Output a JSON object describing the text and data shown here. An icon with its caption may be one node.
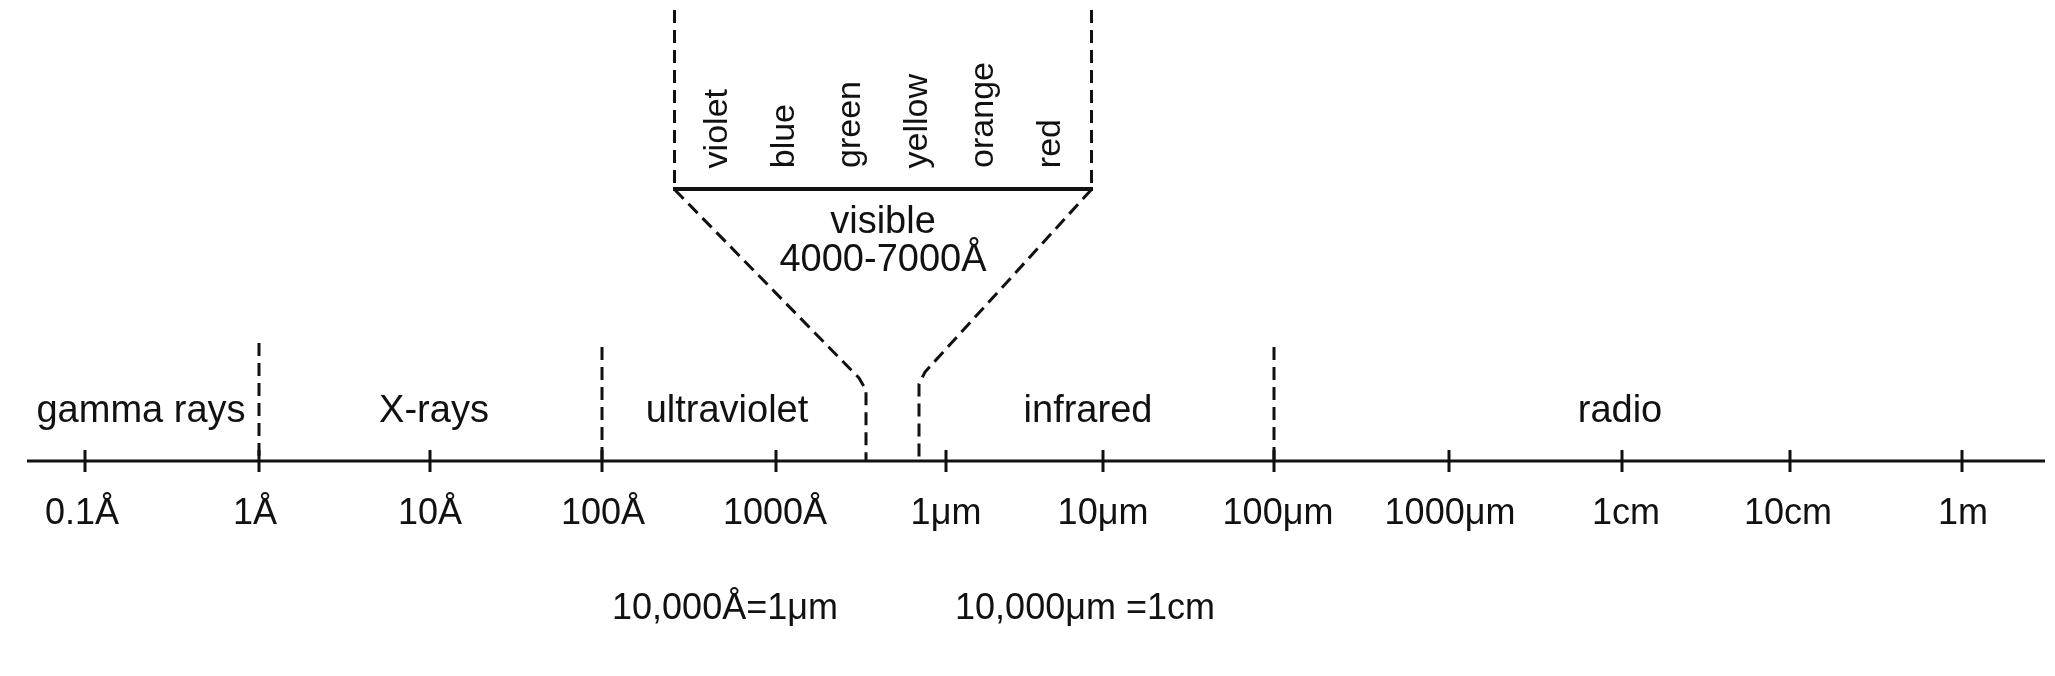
{
  "diagram": {
    "nodes": [
      {
        "text": [
          "violet",
          "blue",
          "green",
          "yellow",
          "orange",
          "red"
        ]
      },
      {
        "text": [
          "visible",
          "4000-7000Å"
        ]
      }
    ],
    "labels": [
      "gamma rays",
      "X-rays",
      "ultraviolet",
      "infrared",
      "radio",
      "0.1Å",
      "1Å",
      "10Å",
      "100Å",
      "1000Å",
      "1μm",
      "10μm",
      "100μm",
      "1000μm",
      "1cm",
      "10cm",
      "1m",
      "10,000Å=1μm",
      "10,000μm =1cm"
    ]
  }
}
